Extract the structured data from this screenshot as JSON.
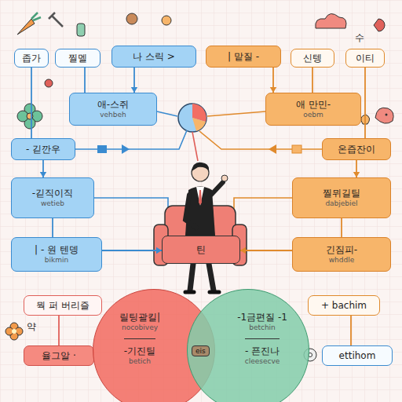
{
  "diagram": {
    "nodes": [
      {
        "text": [
          "좁가"
        ]
      },
      {
        "text": [
          "찔멜"
        ]
      },
      {
        "text": [
          "나 스릭 >"
        ]
      },
      {
        "text": [
          "| 맡질 -"
        ]
      },
      {
        "text": [
          "신텡"
        ]
      },
      {
        "text": [
          "이티"
        ]
      },
      {
        "text": [
          "애-스쥐",
          "vehbeh"
        ]
      },
      {
        "text": [
          "애 만민-",
          "oebm"
        ]
      },
      {
        "text": [
          "- 긷깐우"
        ]
      },
      {
        "text": [
          "온즙잔이"
        ]
      },
      {
        "text": [
          "-긷직이직",
          "wetieb"
        ]
      },
      {
        "text": [
          "찔뮈길틸",
          "dabjebiel"
        ]
      },
      {
        "text": [
          "| - 원 텐뎅",
          "bikmin"
        ]
      },
      {
        "text": [
          "긴짐피-",
          "whddle"
        ]
      },
      {
        "text": [
          "틴"
        ]
      },
      {
        "text": [
          "뭑 퍼 버리즐"
        ]
      },
      {
        "text": [
          "+ bachim"
        ]
      },
      {
        "text": [
          "율그알 ·"
        ]
      },
      {
        "text": [
          "ettihom"
        ]
      },
      {
        "text": [
          "릴팅괄킬|",
          "nocobivey",
          "-기진틸",
          "betich"
        ]
      },
      {
        "text": [
          "-1금편질 -1",
          "betchin",
          "- 픈진나",
          "cleesecve"
        ]
      }
    ],
    "edges": [
      {
        "from": 2,
        "to": 6,
        "arrow": "to"
      },
      {
        "from": 3,
        "to": 7,
        "arrow": "to"
      },
      {
        "from": 0,
        "to": 8,
        "arrow": "none"
      },
      {
        "from": 5,
        "to": 9,
        "arrow": "none"
      },
      {
        "from": 8,
        "to": 10,
        "arrow": "to"
      },
      {
        "from": 9,
        "to": 11,
        "arrow": "to"
      },
      {
        "from": 10,
        "to": 12,
        "arrow": "none"
      },
      {
        "from": 11,
        "to": 13,
        "arrow": "none"
      },
      {
        "from": 12,
        "to": 14,
        "arrow": "to"
      },
      {
        "from": 13,
        "to": 14,
        "arrow": "to"
      },
      {
        "from": 1,
        "to": 6,
        "arrow": "none"
      },
      {
        "from": 4,
        "to": 7,
        "arrow": "none"
      },
      {
        "from": 15,
        "to": 17,
        "arrow": "none"
      },
      {
        "from": 16,
        "to": 18,
        "arrow": "none"
      }
    ],
    "labels": [
      "수",
      "약",
      "eis"
    ]
  }
}
